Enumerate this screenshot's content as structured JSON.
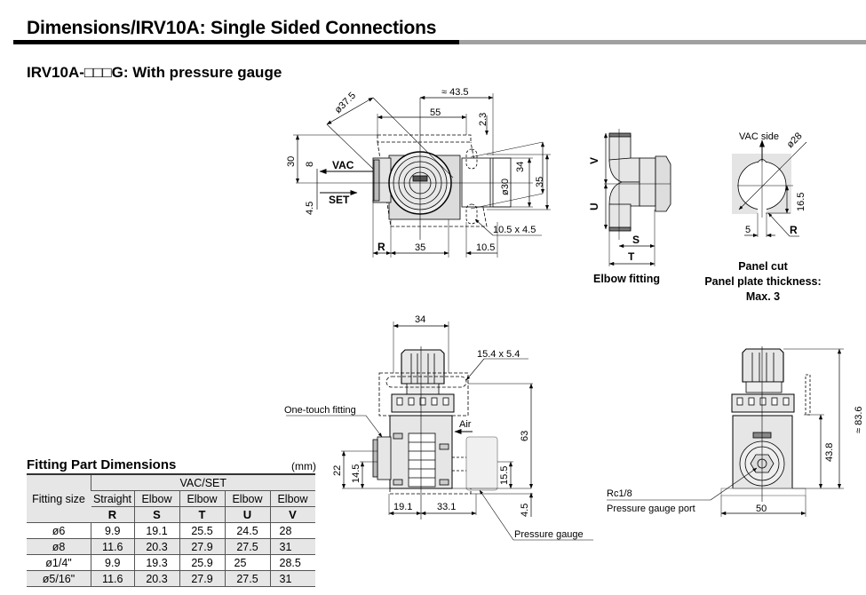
{
  "header": {
    "title": "Dimensions/IRV10A: Single Sided Connections",
    "subtitle": "IRV10A-□□□G: With pressure gauge"
  },
  "top_view": {
    "dims": {
      "approx_43_5": "≈ 43.5",
      "d37_5": "ø37.5",
      "w55": "55",
      "h2_3": "2.3",
      "h30": "30",
      "h8": "8",
      "h4_5": "4.5",
      "d30": "ø30",
      "h34": "34",
      "h35": "35",
      "slot": "10.5 x 4.5",
      "r": "R",
      "w35": "35",
      "w10_5": "10.5"
    },
    "labels": {
      "vac": "VAC",
      "set": "SET"
    }
  },
  "elbow_fitting": {
    "caption": "Elbow fitting",
    "dims": {
      "v": "V",
      "u": "U",
      "s": "S",
      "t": "T"
    }
  },
  "panel_cut": {
    "vac_side": "VAC side",
    "d28": "ø28",
    "h16_5": "16.5",
    "w5": "5",
    "r": "R",
    "caption_lines": [
      "Panel cut",
      "Panel plate thickness:",
      "Max. 3"
    ]
  },
  "front_view": {
    "dims": {
      "w34": "34",
      "slot": "15.4 x 5.4",
      "h63": "63",
      "h22": "22",
      "h14_5": "14.5",
      "h15_5": "15.5",
      "h4_5": "4.5",
      "w19_1": "19.1",
      "w33_1": "33.1"
    },
    "labels": {
      "one_touch": "One-touch fitting",
      "air": "Air",
      "pressure_gauge": "Pressure gauge"
    }
  },
  "side_view": {
    "dims": {
      "h83_6": "≈ 83.6",
      "h43_8": "43.8",
      "w50": "50"
    },
    "labels": {
      "rc": "Rc1/8",
      "gauge_port": "Pressure gauge port"
    }
  },
  "fitting_table": {
    "title": "Fitting Part Dimensions",
    "unit": "(mm)",
    "row_header": "Fitting size",
    "group_header": "VAC/SET",
    "types": [
      "Straight",
      "Elbow",
      "Elbow",
      "Elbow",
      "Elbow"
    ],
    "letters": [
      "R",
      "S",
      "T",
      "U",
      "V"
    ],
    "rows": [
      {
        "size": "ø6",
        "values": [
          "9.9",
          "19.1",
          "25.5",
          "24.5",
          "28"
        ]
      },
      {
        "size": "ø8",
        "values": [
          "11.6",
          "20.3",
          "27.9",
          "27.5",
          "31"
        ]
      },
      {
        "size": "ø1/4\"",
        "values": [
          "9.9",
          "19.3",
          "25.9",
          "25",
          "28.5"
        ]
      },
      {
        "size": "ø5/16\"",
        "values": [
          "11.6",
          "20.3",
          "27.9",
          "27.5",
          "31"
        ]
      }
    ]
  }
}
